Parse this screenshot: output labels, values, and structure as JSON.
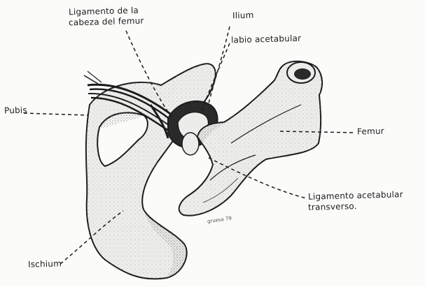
{
  "labels": {
    "ligamento_cabeza_line1": "Ligamento de la",
    "ligamento_cabeza_line2": "cabeza del femur",
    "ilium": "Ilium",
    "labio_acetabular": "labio acetabular",
    "pubis": "Pubis",
    "femur": "Femur",
    "ligamento_transverso_line1": "Ligamento acetabular",
    "ligamento_transverso_line2": "transverso.",
    "ischium": "Ischium"
  },
  "signature": "gruesa 79",
  "colors": {
    "ink": "#1c1c1c",
    "paper": "#fbfbfa",
    "bone": "#ececea",
    "shadow": "#2a2a2a"
  }
}
